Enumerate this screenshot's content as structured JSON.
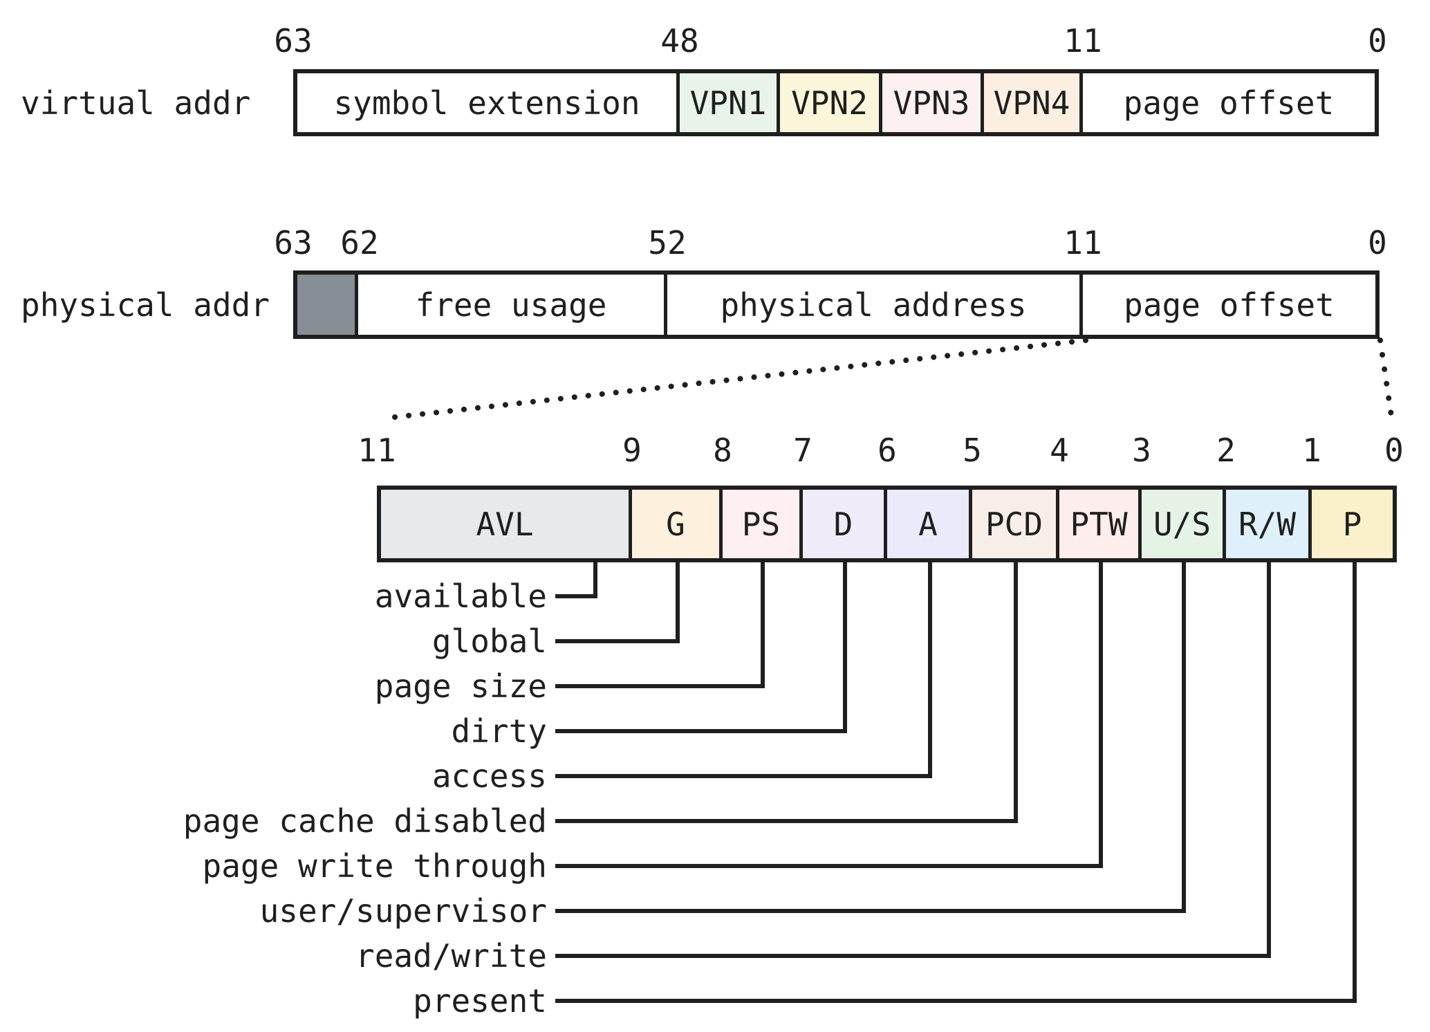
{
  "colors": {
    "ink": "#1f1f1f",
    "background": "#ffffff",
    "reserved_gray": "#878e96"
  },
  "virtual_row": {
    "label": "virtual addr",
    "bit_numbers": [
      "63",
      "48",
      "11",
      "0"
    ],
    "fields": [
      {
        "label": "symbol extension",
        "color": "#ffffff"
      },
      {
        "label": "VPN1",
        "color": "#e8f4e9"
      },
      {
        "label": "VPN2",
        "color": "#fbf6da"
      },
      {
        "label": "VPN3",
        "color": "#fcf0f1"
      },
      {
        "label": "VPN4",
        "color": "#fcefe2"
      },
      {
        "label": "page offset",
        "color": "#ffffff"
      }
    ]
  },
  "physical_row": {
    "label": "physical addr",
    "bit_numbers": [
      "63",
      "62",
      "52",
      "11",
      "0"
    ],
    "fields": [
      {
        "label": "",
        "color": "#878e96"
      },
      {
        "label": "free usage",
        "color": "#ffffff"
      },
      {
        "label": "physical address",
        "color": "#ffffff"
      },
      {
        "label": "page offset",
        "color": "#ffffff"
      }
    ]
  },
  "flags_row": {
    "bit_numbers": [
      "11",
      "9",
      "8",
      "7",
      "6",
      "5",
      "4",
      "3",
      "2",
      "1",
      "0"
    ],
    "cells": [
      {
        "abbr": "AVL",
        "name": "available",
        "color": "#e6eaed"
      },
      {
        "abbr": "G",
        "name": "global",
        "color": "#fdf0dd"
      },
      {
        "abbr": "PS",
        "name": "page size",
        "color": "#fdeff2"
      },
      {
        "abbr": "D",
        "name": "dirty",
        "color": "#f0ebf8"
      },
      {
        "abbr": "A",
        "name": "access",
        "color": "#eaeafb"
      },
      {
        "abbr": "PCD",
        "name": "page cache disabled",
        "color": "#f6eee7"
      },
      {
        "abbr": "PTW",
        "name": "page write through",
        "color": "#fdedec"
      },
      {
        "abbr": "U/S",
        "name": "user/supervisor",
        "color": "#e4f3e5"
      },
      {
        "abbr": "R/W",
        "name": "read/write",
        "color": "#def0f9"
      },
      {
        "abbr": "P",
        "name": "present",
        "color": "#faf0ca"
      }
    ]
  }
}
